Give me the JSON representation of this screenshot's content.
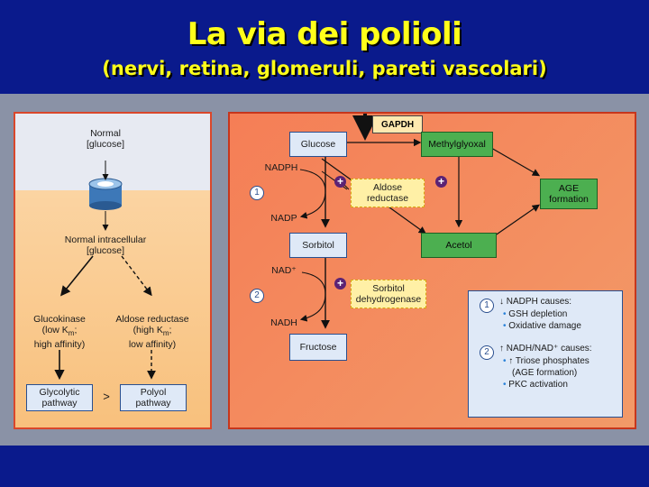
{
  "title": "La via dei polioli",
  "subtitle": "(nervi, retina, glomeruli, pareti vascolari)",
  "left": {
    "normal_glucose": [
      "Normal",
      "[glucose]"
    ],
    "intracellular": [
      "Normal intracellular",
      "[glucose]"
    ],
    "glucokinase": [
      "Glucokinase",
      "(low K",
      "m",
      ";",
      "high affinity)"
    ],
    "aldose": [
      "Aldose reductase",
      "(high K",
      "m",
      ";",
      "low affinity)"
    ],
    "glycolytic": [
      "Glycolytic",
      "pathway"
    ],
    "greater_than": ">",
    "polyol": [
      "Polyol",
      "pathway"
    ]
  },
  "right": {
    "gapdh": "GAPDH",
    "glucose": "Glucose",
    "methylglyoxal": "Methylglyoxal",
    "age_formation": [
      "AGE",
      "formation"
    ],
    "nadph": "NADPH",
    "nadp": "NADP",
    "aldose_reductase": [
      "Aldose",
      "reductase"
    ],
    "sorbitol": "Sorbitol",
    "acetol": "Acetol",
    "nad_plus": "NAD⁺",
    "nadh": "NADH",
    "sorbitol_dh": [
      "Sorbitol",
      "dehydrogenase"
    ],
    "fructose": "Fructose",
    "step1": "1",
    "step2": "2",
    "plus": "+",
    "legend": {
      "n1": "1",
      "l1_head": "NADPH causes:",
      "l1_items": [
        "GSH depletion",
        "Oxidative damage"
      ],
      "n2": "2",
      "l2_head": "NADH/NAD⁺ causes:",
      "l2_items": [
        "Triose phosphates",
        "(AGE formation)",
        "PKC activation"
      ]
    }
  },
  "colors": {
    "background": "#0a1a8c",
    "title": "#ffff1a",
    "green_box": "#4caf50",
    "blue_box": "#dfe9f7",
    "yellow_box": "#fff0a6",
    "right_panel": "#f57e56"
  }
}
